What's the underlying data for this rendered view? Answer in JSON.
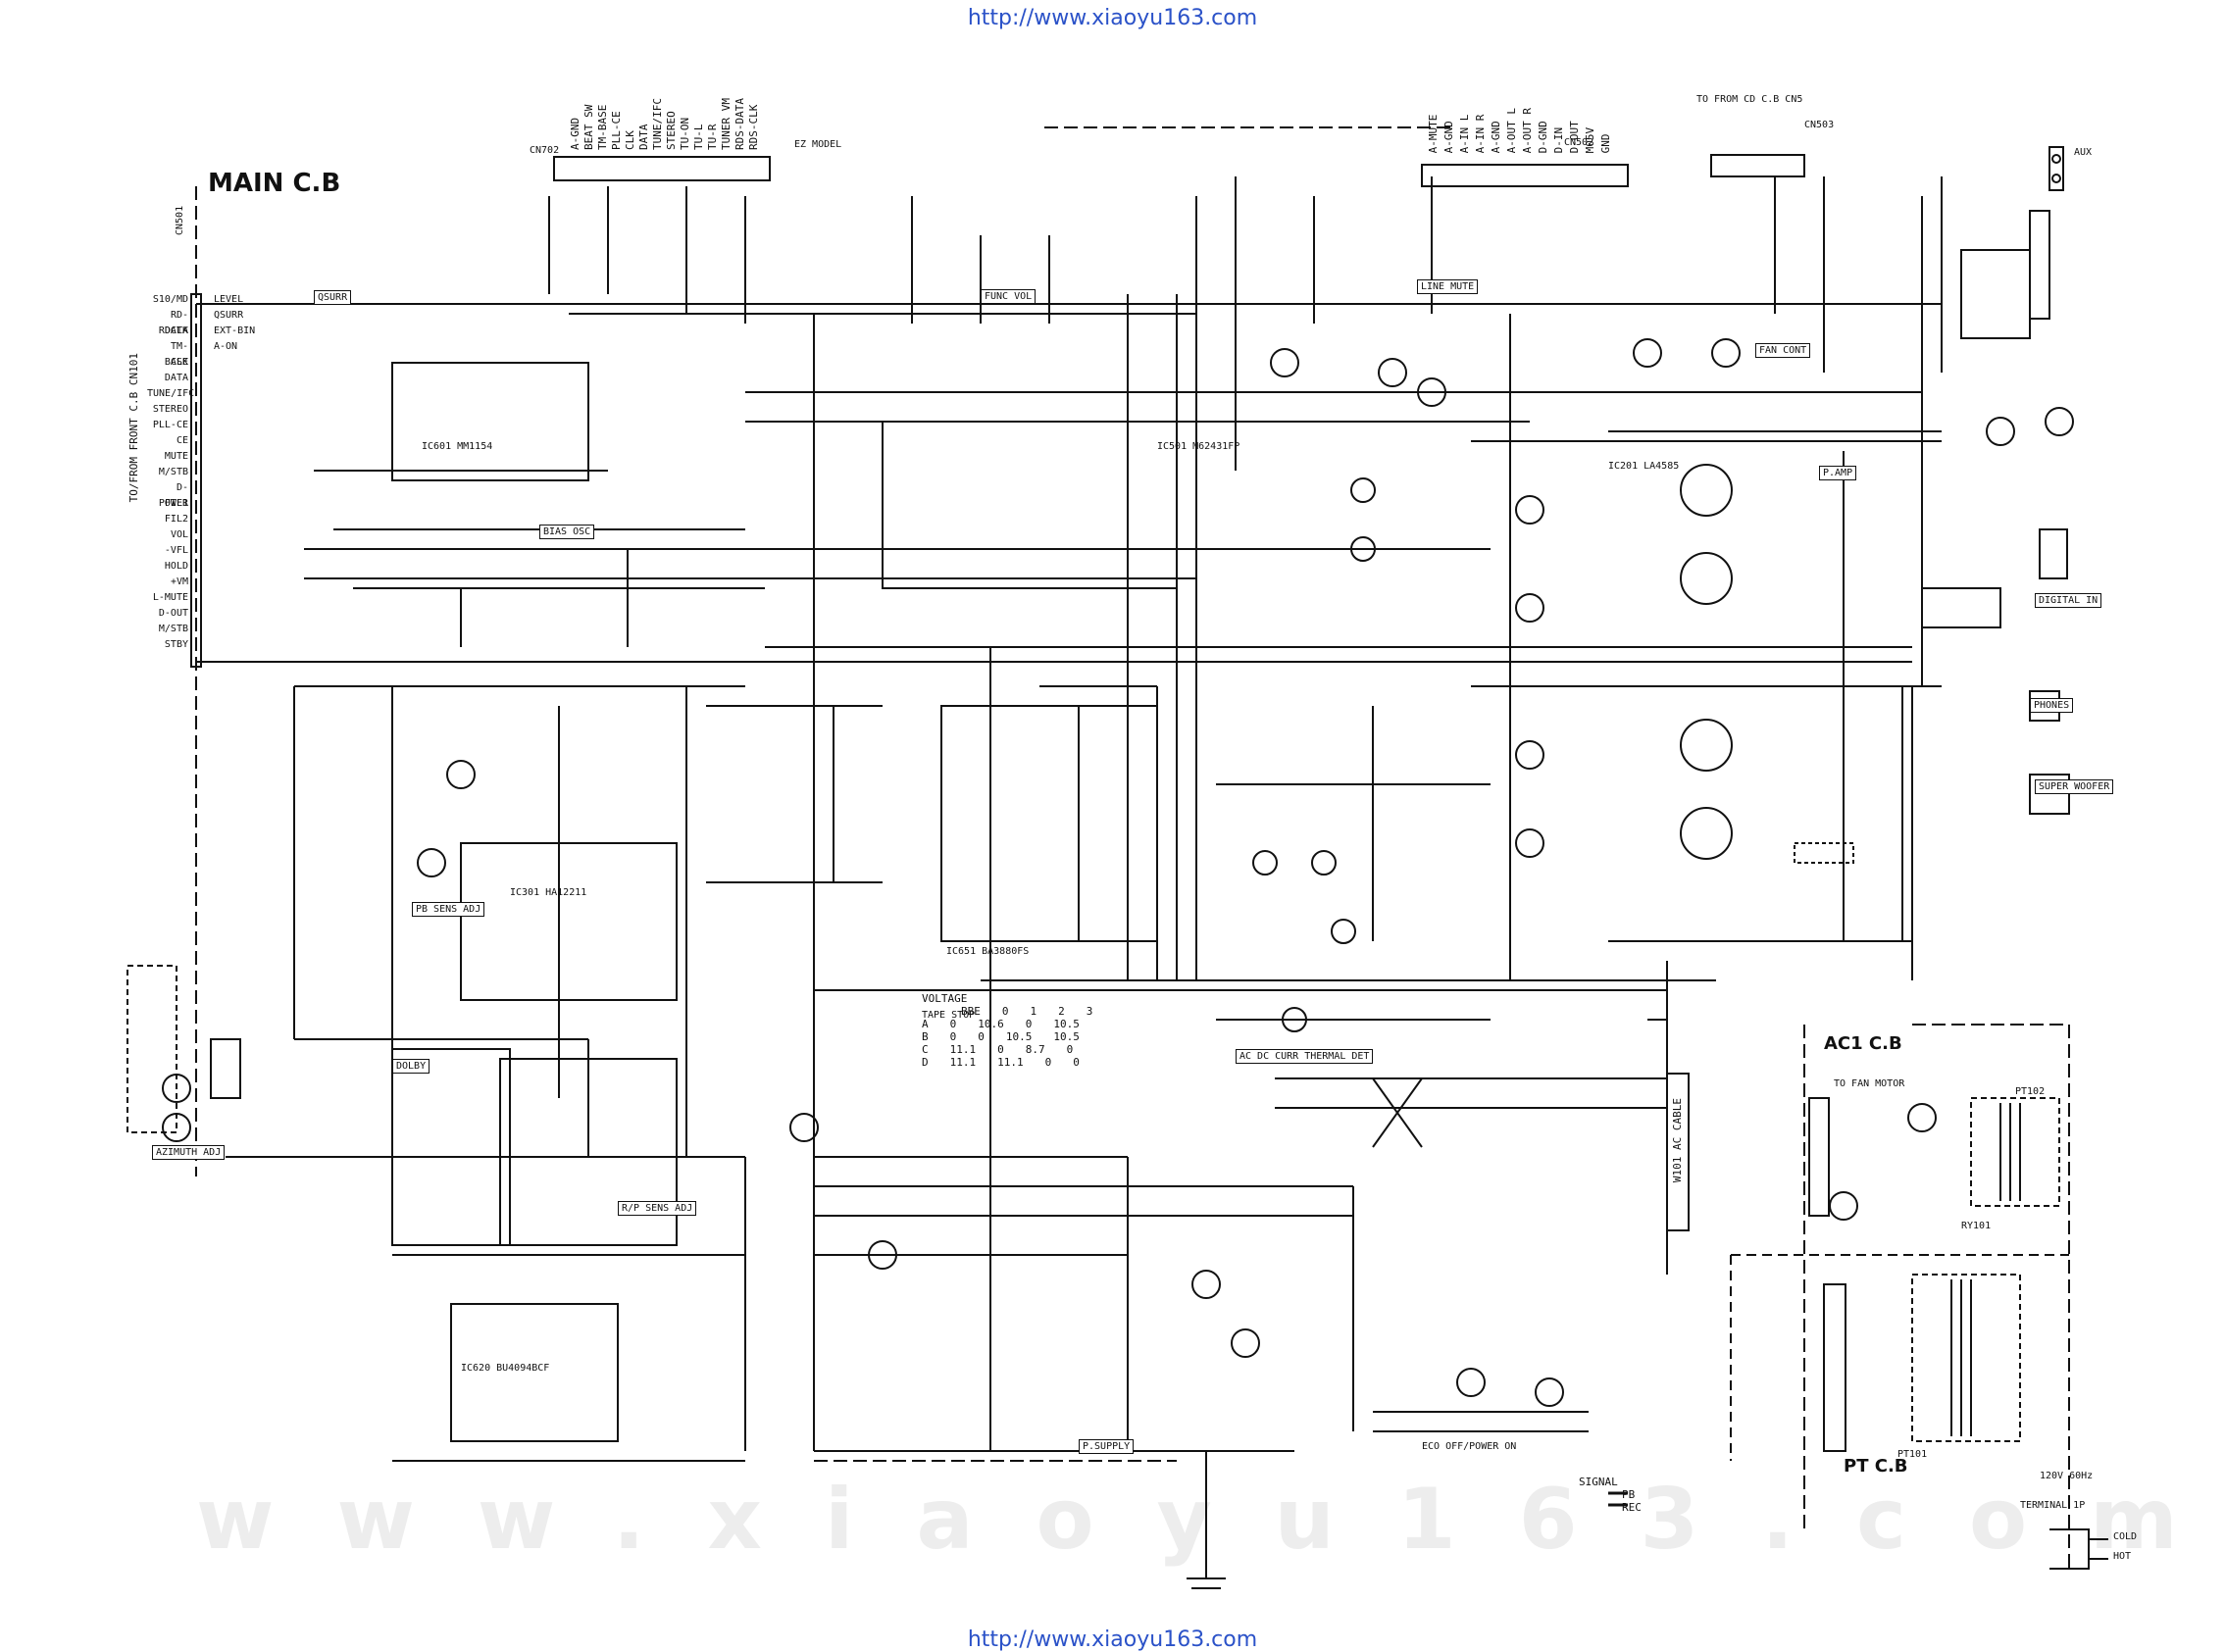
{
  "header_url": "http://www.xiaoyu163.com",
  "footer_url": "http://www.xiaoyu163.com",
  "watermark_bottom": "www.xiaoyu163.com",
  "boards": {
    "main": "MAIN C.B",
    "ac1": "AC1 C.B",
    "pt": "PT C.B"
  },
  "connectors": {
    "cn702": "CN702",
    "cn502": "CN502",
    "cn503": "CN503",
    "cn501": "CN501",
    "ez_model": "EZ MODEL",
    "to_from_cd": "TO FROM CD C.B CN5",
    "front_cb": "TO/FROM FRONT C.B CN101",
    "ac_cable": "W101 AC CABLE"
  },
  "cn501_pins": [
    "S10/MD",
    "RD-DATA",
    "RDCLK",
    "TM-BASE",
    "CLK",
    "DATA",
    "TUNE/IFC",
    "STEREO",
    "PLL-CE",
    "CE",
    "MUTE",
    "M/STB",
    "D-POWER",
    "FIL1",
    "FIL2",
    "VOL",
    "-VFL",
    "HOLD",
    "+VM",
    "L-MUTE",
    "D-OUT",
    "M/STB",
    "STBY",
    "LEVEL",
    "QSURR",
    "EXT-BIN",
    "A-ON"
  ],
  "cn702_pins": [
    "A-GND",
    "BEAT SW",
    "TM-BASE",
    "PLL-CE",
    "CLK",
    "DATA",
    "TUNE/IFC",
    "STEREO",
    "TU-ON",
    "TU-L",
    "TU-R",
    "TUNER VM",
    "RDS-DATA",
    "RDS-CLK"
  ],
  "cn502_pins": [
    "A-MUTE",
    "A-GND",
    "A-IN L",
    "A-IN R",
    "A-GND",
    "A-OUT L",
    "A-OUT R",
    "D-GND",
    "D-IN",
    "D-OUT",
    "M05V",
    "GND"
  ],
  "blocks": {
    "ic601": "IC601 MM1154",
    "ic301": "IC301 HA12211",
    "ic651": "IC651 BA3880FS",
    "ic201": "IC201 LA4585",
    "ic620": "IC620 BU4094BCF",
    "ic501": "IC501 M62431FP",
    "dolby": "DOLBY",
    "surr": "QSURR",
    "bias": "BIAS OSC",
    "pb_sens": "PB SENS ADJ",
    "rp_sens": "R/P SENS ADJ",
    "func_vol": "FUNC VOL",
    "line_mute": "LINE MUTE",
    "fan_cont": "FAN CONT",
    "p_amp": "P.AMP",
    "p_supply": "P.SUPPLY",
    "ac_dc": "AC DC CURR THERMAL DET",
    "azimuth": "AZIMUTH ADJ",
    "tape_stop": "TAPE STOP",
    "eco_off": "ECO OFF/POWER ON"
  },
  "voltage_table": {
    "title": "VOLTAGE",
    "headers": [
      "BBE",
      "0",
      "1",
      "2",
      "3"
    ],
    "rows": [
      [
        "A",
        "0",
        "10.6",
        "0",
        "10.5"
      ],
      [
        "B",
        "0",
        "0",
        "10.5",
        "10.5"
      ],
      [
        "C",
        "11.1",
        "0",
        "8.7",
        "0"
      ],
      [
        "D",
        "11.1",
        "11.1",
        "0",
        "0"
      ]
    ]
  },
  "outputs": {
    "aux": "AUX",
    "digital_in": "DIGITAL IN",
    "phones": "PHONES",
    "super_woofer": "SUPER WOOFER",
    "fan_motor": "TO FAN MOTOR",
    "mains": "120V 60Hz",
    "terminal": "TERMINAL 1P",
    "cold": "COLD",
    "hot": "HOT"
  },
  "legend": {
    "title": "SIGNAL",
    "pb": "PB",
    "rec": "REC"
  },
  "transformers": {
    "pt101": "PT101",
    "pt102": "PT102",
    "relay": "RY101"
  },
  "colors": {
    "line": "#111111",
    "url": "#2b52c8",
    "watermark": "#ededed"
  }
}
